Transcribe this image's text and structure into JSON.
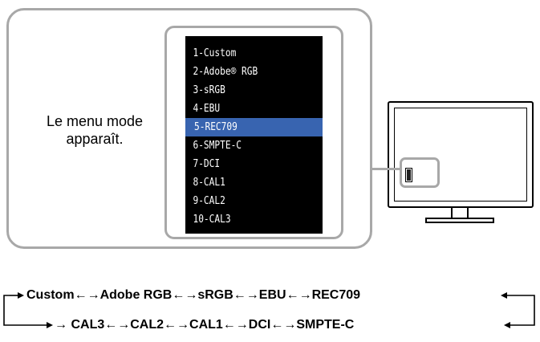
{
  "caption": {
    "line1": "Le menu mode",
    "line2": "apparaît."
  },
  "mode_menu": {
    "items": [
      {
        "label": "1-Custom",
        "selected": false
      },
      {
        "label": "2-Adobe® RGB",
        "selected": false
      },
      {
        "label": "3-sRGB",
        "selected": false
      },
      {
        "label": "4-EBU",
        "selected": false
      },
      {
        "label": "5-REC709",
        "selected": true
      },
      {
        "label": "6-SMPTE-C",
        "selected": false
      },
      {
        "label": "7-DCI",
        "selected": false
      },
      {
        "label": "8-CAL1",
        "selected": false
      },
      {
        "label": "9-CAL2",
        "selected": false
      },
      {
        "label": "10-CAL3",
        "selected": false
      }
    ],
    "background_color": "#000000",
    "selected_color": "#3864b0",
    "text_color": "#ffffff"
  },
  "cycle": {
    "arrow_right": "→",
    "arrow_both": "←→",
    "arrow_left": "←",
    "top_row": [
      "Custom",
      "Adobe RGB",
      "sRGB",
      "EBU",
      "REC709"
    ],
    "bottom_row": [
      "CAL3",
      "CAL2",
      "CAL1",
      "DCI",
      "SMPTE-C"
    ]
  },
  "colors": {
    "frame_gray": "#a8a8a8",
    "ink": "#000000"
  },
  "icons": {
    "monitor": "monitor-icon",
    "loop": "cycle-loop-arrows"
  }
}
